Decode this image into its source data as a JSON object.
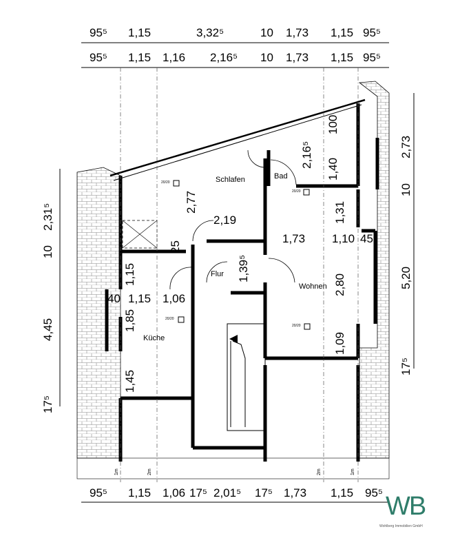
{
  "dims_top_row1": [
    "95⁵",
    "1,15",
    "3,32⁵",
    "10",
    "1,73",
    "1,15",
    "95⁵"
  ],
  "dims_top_row2": [
    "95⁵",
    "1,15",
    "1,16",
    "2,16⁵",
    "10",
    "1,73",
    "1,15",
    "95⁵"
  ],
  "dims_bottom_row": [
    "95⁵",
    "1,15",
    "1,06",
    "17⁵",
    "2,01⁵",
    "17⁵",
    "1,73",
    "1,15",
    "95⁵"
  ],
  "dims_left": [
    "2,31⁵",
    "10",
    "4,45",
    "17⁵"
  ],
  "dims_right": [
    "2,73",
    "10",
    "5,20",
    "17⁵"
  ],
  "dims_inner": [
    "2,77",
    "2,19",
    "25",
    "1,15",
    "40",
    "1,15",
    "1,06",
    "1,85",
    "1,45",
    "1,39⁵",
    "2,16⁵",
    "1,40",
    "100",
    "1,31",
    "1,73",
    "1,10",
    "45",
    "2,80",
    "1,09"
  ],
  "rooms": [
    "Schlafen",
    "Bad",
    "Flur",
    "Wohnen",
    "Küche"
  ],
  "radiators": [
    "20/20",
    "20/20",
    "20/20",
    "20/20"
  ],
  "axis_marks": [
    "1m",
    "2m",
    "2m",
    "1m"
  ],
  "logo": {
    "mark": "WB",
    "tagline": "Wohlberg Immobilien GmbH"
  }
}
